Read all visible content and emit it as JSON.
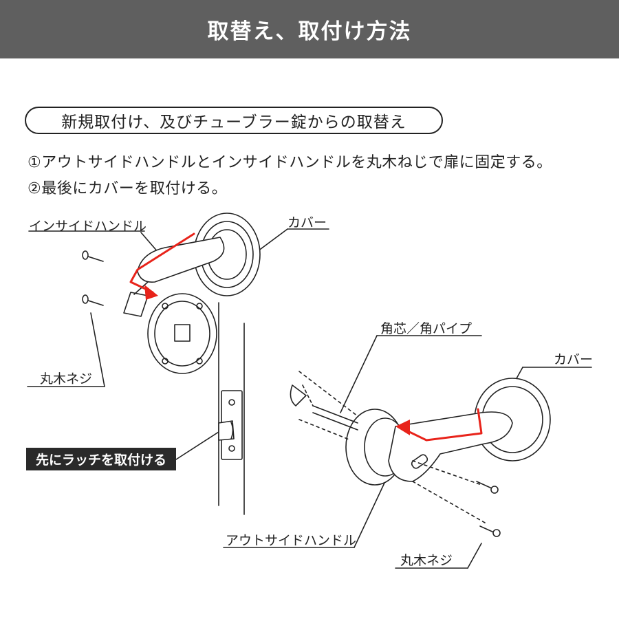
{
  "header": {
    "title": "取替え、取付け方法"
  },
  "section": {
    "heading": "新規取付け、及びチューブラー錠からの取替え"
  },
  "steps": [
    "①アウトサイドハンドルとインサイドハンドルを丸木ねじで扉に固定する。",
    "②最後にカバーを取付ける。"
  ],
  "labels": {
    "inside_handle": "インサイドハンドル",
    "cover_1": "カバー",
    "screw_1": "丸木ネジ",
    "latch_note": "先にラッチを取付ける",
    "core_pipe": "角芯／角パイプ",
    "cover_2": "カバー",
    "outside_handle": "アウトサイドハンドル",
    "screw_2": "丸木ネジ"
  },
  "colors": {
    "header_bg": "#5f5f5f",
    "arrow": "#e8231a",
    "note_bg": "#2a2a2a"
  }
}
